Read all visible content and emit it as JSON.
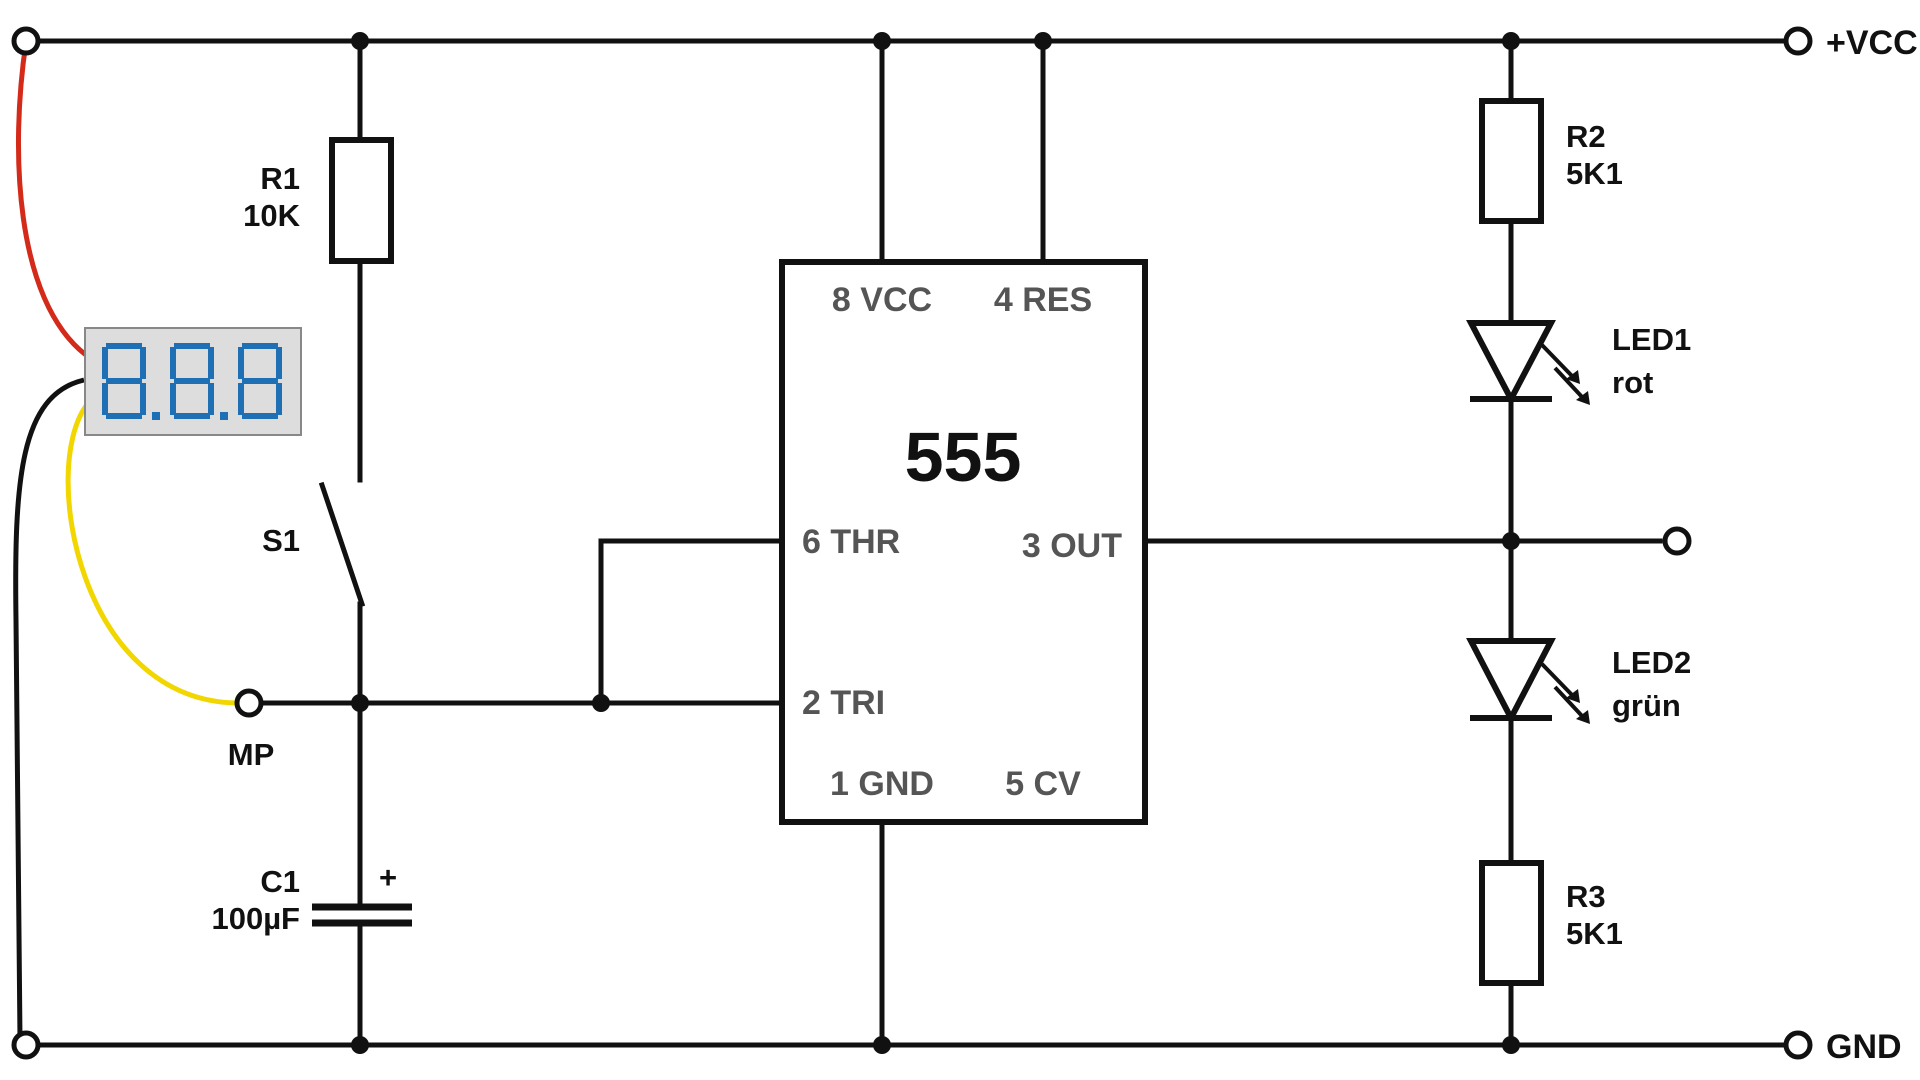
{
  "components": {
    "r1": {
      "name": "R1",
      "value": "10K"
    },
    "r2": {
      "name": "R2",
      "value": "5K1"
    },
    "r3": {
      "name": "R3",
      "value": "5K1"
    },
    "s1": {
      "name": "S1"
    },
    "c1": {
      "name": "C1",
      "value": "100µF",
      "polarity": "+"
    },
    "led1": {
      "name": "LED1",
      "color": "rot"
    },
    "led2": {
      "name": "LED2",
      "color": "grün"
    },
    "mp": {
      "name": "MP"
    }
  },
  "ic": {
    "name": "555",
    "pins": {
      "p8": "8 VCC",
      "p4": "4 RES",
      "p6": "6 THR",
      "p3": "3 OUT",
      "p2": "2 TRI",
      "p1": "1 GND",
      "p5": "5 CV"
    }
  },
  "terminals": {
    "vcc": "+VCC",
    "gnd": "GND"
  },
  "display": {
    "digits": "8.8.8",
    "digit_color": "#1f6fb5",
    "bezel_color": "#dddddd"
  },
  "wire_colors": {
    "red": "#d42a1a",
    "black": "#111111",
    "yellow": "#f2d600"
  }
}
